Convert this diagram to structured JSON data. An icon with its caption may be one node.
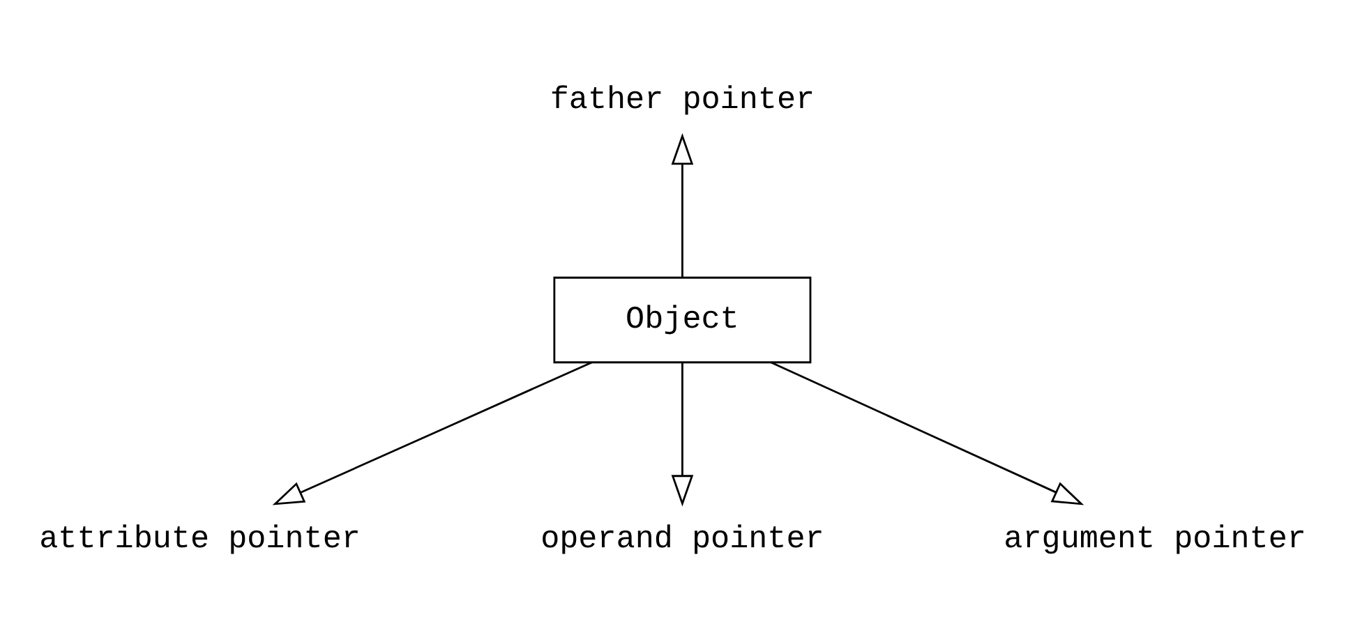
{
  "diagram": {
    "nodes": [
      {
        "text": [
          "Object"
        ]
      },
      {
        "text": [
          "father pointer"
        ]
      },
      {
        "text": [
          "argument pointer"
        ]
      },
      {
        "text": [
          "attribute pointer"
        ]
      },
      {
        "text": [
          "operand pointer"
        ]
      }
    ],
    "edges": [
      {
        "from": 0,
        "to": 1,
        "arrow": "to"
      },
      {
        "from": 0,
        "to": 2,
        "arrow": "to"
      },
      {
        "from": 0,
        "to": 3,
        "arrow": "to"
      },
      {
        "from": 0,
        "to": 4,
        "arrow": "to"
      }
    ]
  }
}
